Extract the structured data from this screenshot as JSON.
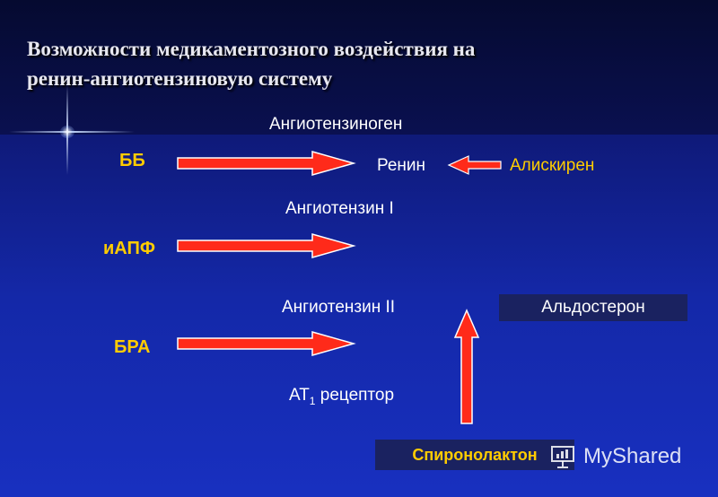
{
  "title": {
    "line1": "Возможности медикаментозного воздействия на",
    "line2": "ренин-ангиотензиновую систему"
  },
  "cascade": {
    "angiotensinogen": "Ангиотензиноген",
    "renin": "Ренин",
    "angiotensin1": "Ангиотензин I",
    "angiotensin2": "Ангиотензин II",
    "at1_prefix": "АТ",
    "at1_sub": "1",
    "at1_suffix": " рецептор",
    "aldosterone": "Альдостерон"
  },
  "drugs": {
    "bb": "ББ",
    "iapf": "иАПФ",
    "bra": "БРА",
    "aliskiren": "Алискирен",
    "spironolactone": "Спиронолактон"
  },
  "watermark": {
    "text": "MyShared"
  },
  "colors": {
    "arrow_fill": "#ff2a1a",
    "arrow_stroke": "#ffffff",
    "drug_text": "#ffcc00"
  }
}
